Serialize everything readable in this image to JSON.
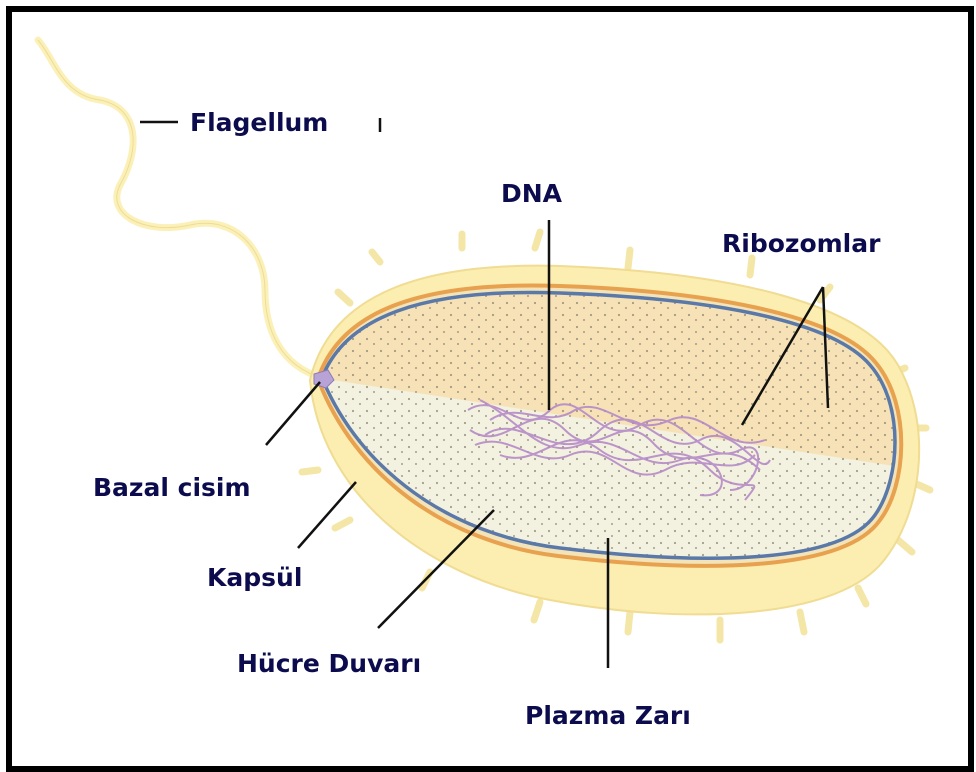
{
  "labels": {
    "flagellum": "Flagellum",
    "dna": "DNA",
    "ribozomlar": "Ribozomlar",
    "bazal_cisim": "Bazal cisim",
    "kapsul": "Kapsül",
    "hucre_duvari": "Hücre Duvarı",
    "plazma_zari": "Plazma Zarı"
  },
  "colors": {
    "label_text": "#0b0b4d",
    "capsule": "#fbeeb0",
    "cell_wall": "#e8a24f",
    "plasma_membrane": "#5a78a8",
    "cytoplasm_top": "#f6e2b6",
    "cytoplasm_bottom": "#f3f1df",
    "dna": "#b58ac8",
    "frame": "#000000"
  }
}
